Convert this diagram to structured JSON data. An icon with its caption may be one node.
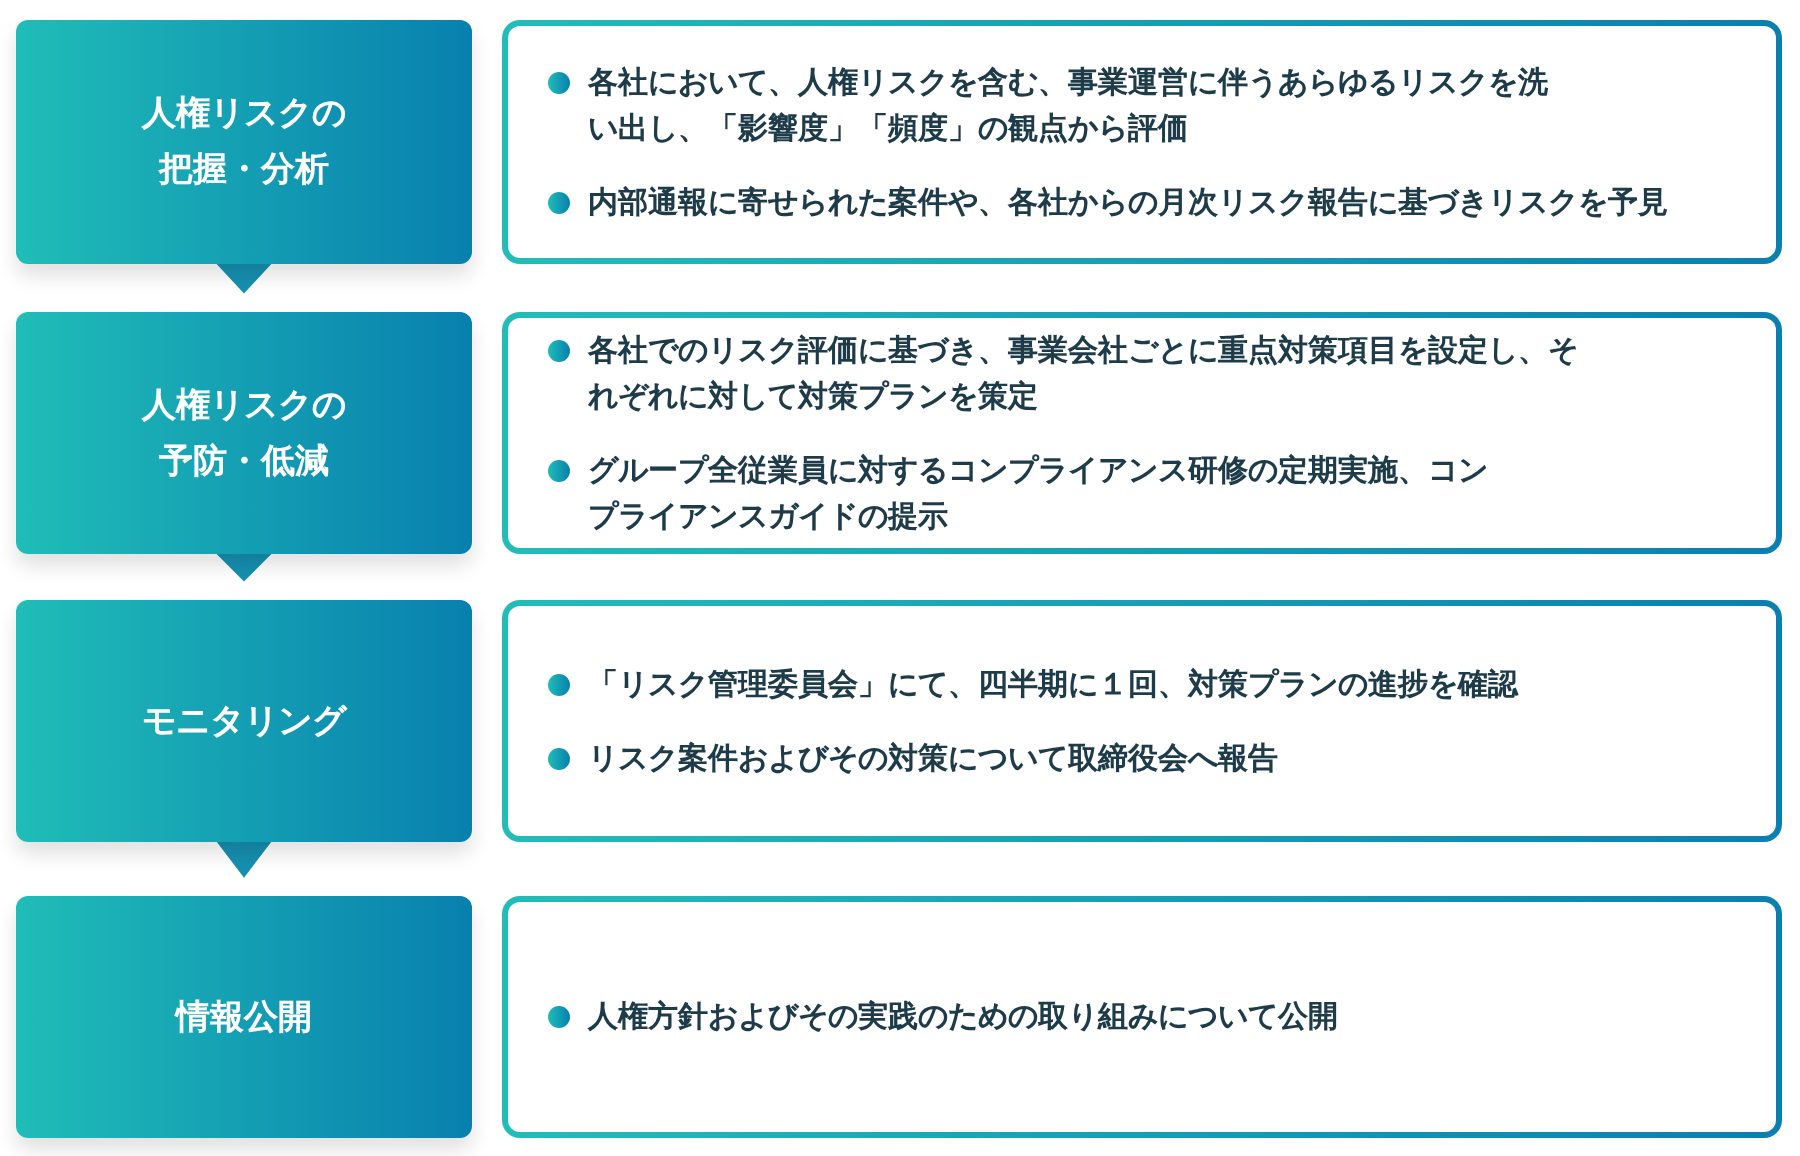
{
  "diagram": {
    "nodes": [
      {
        "text": [
          "人権リスクの把握・分析"
        ]
      },
      {
        "text": [
          "各社において、人権リスクを含む、事業運営に伴うあらゆるリスクを洗い出し、「影響度」「頻度」の観点から評価",
          "内部通報に寄せられた案件や、各社からの月次リスク報告に基づきリスクを予見"
        ]
      },
      {
        "text": [
          "人権リスクの予防・低減"
        ]
      },
      {
        "text": [
          "各社でのリスク評価に基づき、事業会社ごとに重点対策項目を設定し、それぞれに対して対策プランを策定",
          "グループ全従業員に対するコンプライアンス研修の定期実施、コンプライアンスガイドの提示"
        ]
      },
      {
        "text": [
          "モニタリング"
        ]
      },
      {
        "text": [
          "「リスク管理委員会」にて、四半期に１回、対策プランの進捗を確認",
          "リスク案件およびその対策について取締役会へ報告"
        ]
      },
      {
        "text": [
          "情報公開"
        ]
      },
      {
        "text": [
          "人権方針およびその実践のための取り組みについて公開"
        ]
      }
    ],
    "edges": [
      {
        "from": 0,
        "to": 2,
        "arrow": "to"
      },
      {
        "from": 2,
        "to": 4,
        "arrow": "to"
      },
      {
        "from": 4,
        "to": 6,
        "arrow": "to"
      }
    ]
  }
}
